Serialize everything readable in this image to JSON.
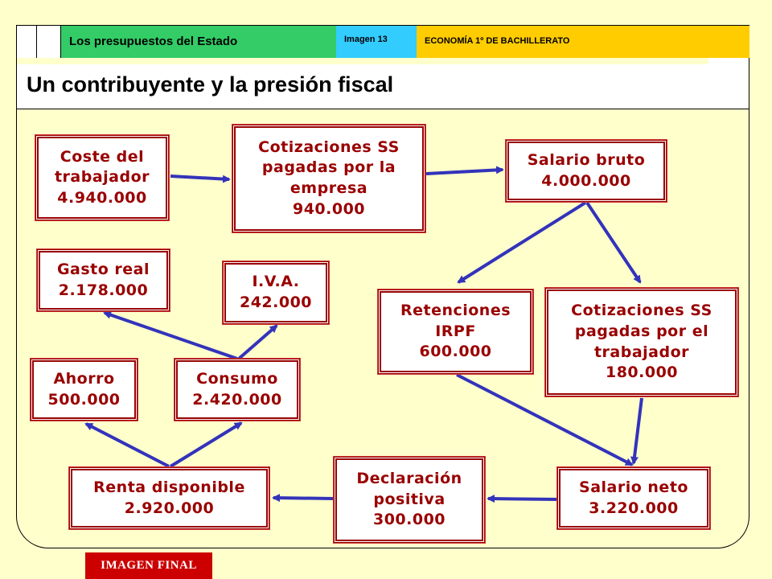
{
  "header": {
    "section": "Los presupuestos del Estado",
    "image_label": "Imagen 13",
    "course": "ECONOMÍA 1º DE BACHILLERATO"
  },
  "title": "Un contribuyente y la presión fiscal",
  "nodes": {
    "coste": {
      "label": [
        "Coste del",
        "trabajador"
      ],
      "value": "4.940.000"
    },
    "cot_empresa": {
      "label": [
        "Cotizaciones SS",
        "pagadas por la",
        "empresa"
      ],
      "value": "940.000"
    },
    "salario_bruto": {
      "label": [
        "Salario bruto"
      ],
      "value": "4.000.000"
    },
    "retenciones": {
      "label": [
        "Retenciones",
        "IRPF"
      ],
      "value": "600.000"
    },
    "cot_trabajador": {
      "label": [
        "Cotizaciones SS",
        "pagadas por el",
        "trabajador"
      ],
      "value": "180.000"
    },
    "salario_neto": {
      "label": [
        "Salario neto"
      ],
      "value": "3.220.000"
    },
    "declaracion": {
      "label": [
        "Declaración",
        "positiva"
      ],
      "value": "300.000"
    },
    "renta": {
      "label": [
        "Renta disponible"
      ],
      "value": "2.920.000"
    },
    "ahorro": {
      "label": [
        "Ahorro"
      ],
      "value": "500.000"
    },
    "consumo": {
      "label": [
        "Consumo"
      ],
      "value": "2.420.000"
    },
    "gasto": {
      "label": [
        "Gasto real"
      ],
      "value": "2.178.000"
    },
    "iva": {
      "label": [
        "I.V.A."
      ],
      "value": "242.000"
    }
  },
  "colors": {
    "box_text": "#990000",
    "box_border": "#990000",
    "arrow": "#3333bb",
    "background": "#ffffcc"
  },
  "footer": "IMAGEN FINAL"
}
